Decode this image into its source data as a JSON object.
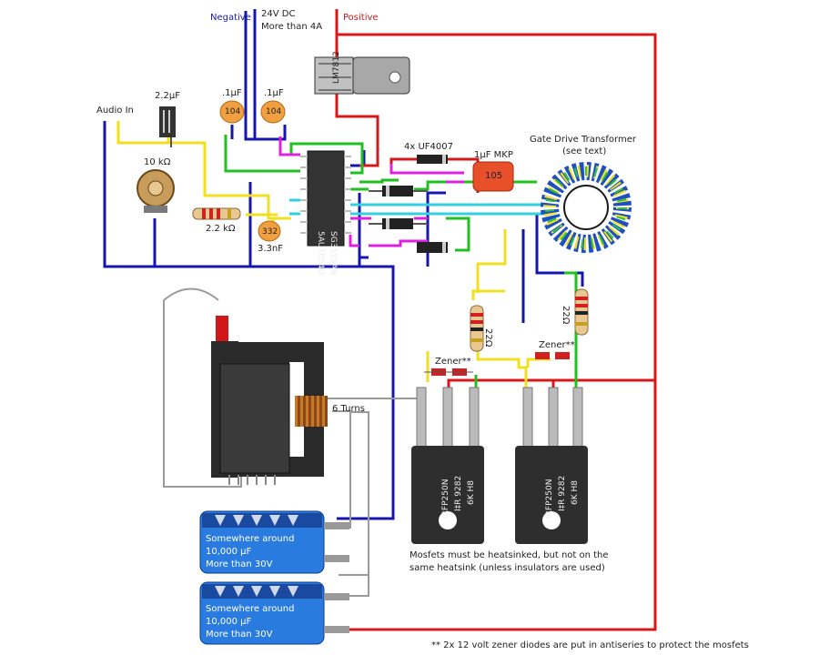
{
  "labels": {
    "negative": "Negative",
    "supply_line1": "24V DC",
    "supply_line2": "More than  4A",
    "positive": "Positive",
    "audio_in": "Audio In",
    "cap_2_2uf": "2.2µF",
    "cap_1uf_a": ".1µF",
    "cap_1uf_b": ".1µF",
    "cap_code_104_a": "104",
    "cap_code_104_b": "104",
    "pot_10k": "10 kΩ",
    "res_2_2k": "2.2 kΩ",
    "cap_3_3nf": "3.3nF",
    "cap_code_332": "332",
    "diodes": "4x  UF4007",
    "mkp": "1µF MKP",
    "mkp_code": "105",
    "transformer_line1": "Gate Drive Transformer",
    "transformer_line2": "(see text)",
    "regulator_text": "LM7812",
    "ic_text1": "SG3525AN",
    "ic_text2": "5AU1054D",
    "res_22_a": "22Ω",
    "res_22_b": "22Ω",
    "zener_a": "Zener**",
    "zener_b": "Zener**",
    "turns": "6 Turns",
    "mosfet_a_line1": "IRFP250N",
    "mosfet_a_line2": "I‡R  9282",
    "mosfet_a_line3": "6K    H8",
    "mosfet_b_line1": "IRFP250N",
    "mosfet_b_line2": "I‡R  9282",
    "mosfet_b_line3": "6K    H8",
    "heatsink_note_line1": "Mosfets must be heatsinked, but not on the",
    "heatsink_note_line2": "same heatsink (unless insulators are used)",
    "bulk_cap_a_line1": "Somewhere around",
    "bulk_cap_a_line2": "10,000 µF",
    "bulk_cap_a_line3": "More than 30V",
    "bulk_cap_b_line1": "Somewhere around",
    "bulk_cap_b_line2": "10,000 µF",
    "bulk_cap_b_line3": "More than 30V",
    "footnote": "** 2x 12 volt zener diodes are put in antiseries to protect the mosfets"
  },
  "colors": {
    "negative_wire": "#1515b0",
    "positive_wire": "#d81818",
    "yellow_wire": "#f0e020",
    "green_wire": "#20c020",
    "magenta_wire": "#e020e0",
    "cyan_wire": "#30d0e0",
    "gray_wire": "#9a9a9a",
    "component_cap": "#f0a040",
    "bulk_cap": "#2a7be0",
    "mosfet_body": "#333333"
  }
}
